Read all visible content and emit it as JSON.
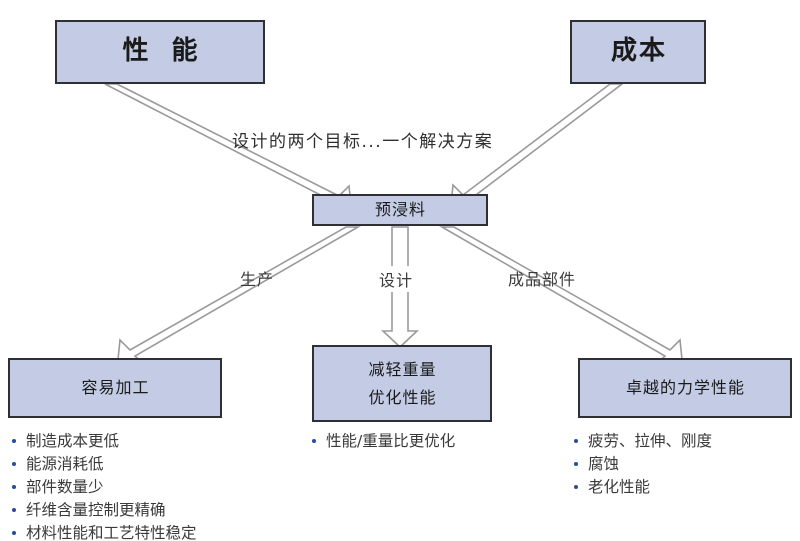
{
  "diagram": {
    "title_flow_label": "设计的两个目标...一个解决方案",
    "nodes": {
      "performance": {
        "label": "性 能"
      },
      "cost": {
        "label": "成本"
      },
      "prepreg": {
        "label": "预浸料"
      },
      "easy_processing": {
        "label": "容易加工"
      },
      "weight_performance": {
        "line1": "减轻重量",
        "line2": "优化性能"
      },
      "mechanical": {
        "label": "卓越的力学性能"
      }
    },
    "edge_labels": {
      "production": "生产",
      "design": "设计",
      "finished_part": "成品部件"
    },
    "lists": {
      "easy_processing": [
        "制造成本更低",
        "能源消耗低",
        "部件数量少",
        "纤维含量控制更精确",
        "材料性能和工艺特性稳定"
      ],
      "weight_performance": [
        "性能/重量比更优化"
      ],
      "mechanical": [
        "疲劳、拉伸、刚度",
        "腐蚀",
        "老化性能"
      ]
    },
    "colors": {
      "box_fill": "#c4cce5",
      "box_border": "#2f3033",
      "arrow_stroke": "#9a9a9a",
      "arrow_fill": "#ffffff",
      "bullet": "#2a4b9b",
      "text": "#1a1a1a",
      "background": "#ffffff"
    }
  }
}
